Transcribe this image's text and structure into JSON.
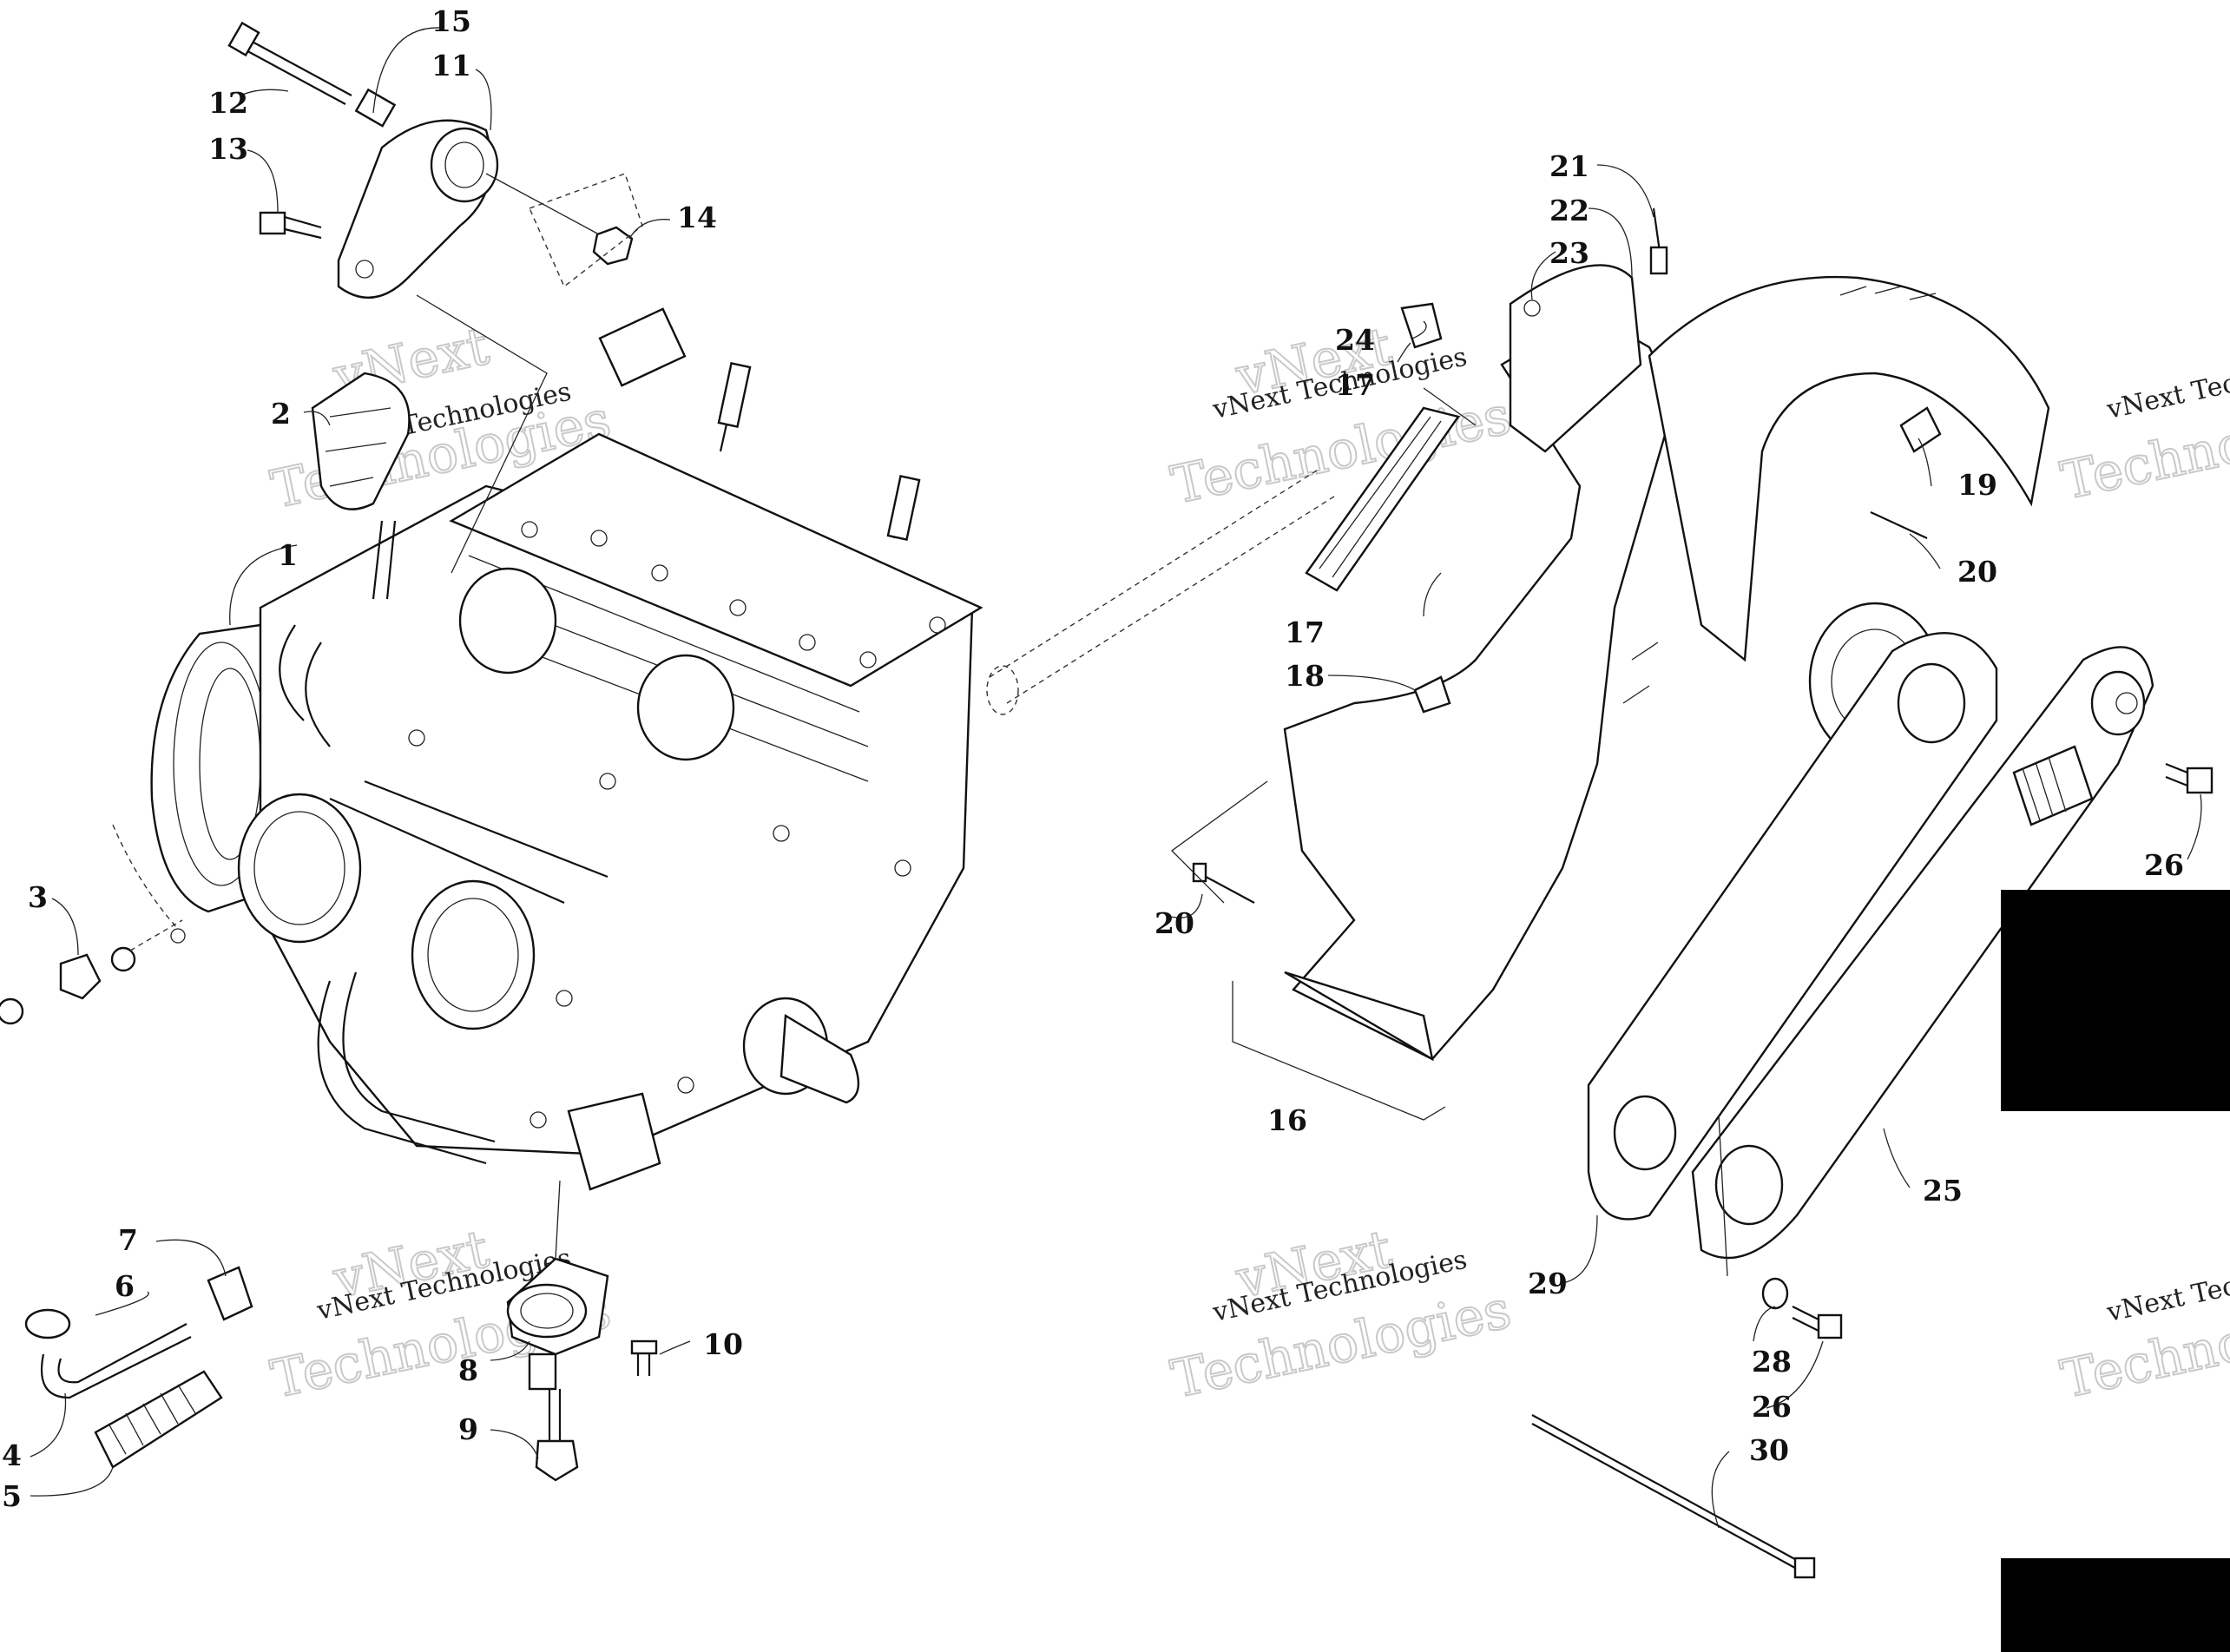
{
  "watermark": {
    "line1": "vNext",
    "line2": "vNext Technologies",
    "line3": "Technologies"
  },
  "parts": [
    {
      "id": "p1",
      "label": "1"
    },
    {
      "id": "p2",
      "label": "2"
    },
    {
      "id": "p3",
      "label": "3"
    },
    {
      "id": "p4",
      "label": "4"
    },
    {
      "id": "p5",
      "label": "5"
    },
    {
      "id": "p6",
      "label": "6"
    },
    {
      "id": "p7",
      "label": "7"
    },
    {
      "id": "p8",
      "label": "8"
    },
    {
      "id": "p9",
      "label": "9"
    },
    {
      "id": "p10",
      "label": "10"
    },
    {
      "id": "p11",
      "label": "11"
    },
    {
      "id": "p12",
      "label": "12"
    },
    {
      "id": "p13",
      "label": "13"
    },
    {
      "id": "p14",
      "label": "14"
    },
    {
      "id": "p15",
      "label": "15"
    },
    {
      "id": "p16",
      "label": "16"
    },
    {
      "id": "p17a",
      "label": "17"
    },
    {
      "id": "p17b",
      "label": "17"
    },
    {
      "id": "p18",
      "label": "18"
    },
    {
      "id": "p19",
      "label": "19"
    },
    {
      "id": "p20a",
      "label": "20"
    },
    {
      "id": "p20b",
      "label": "20"
    },
    {
      "id": "p21",
      "label": "21"
    },
    {
      "id": "p22",
      "label": "22"
    },
    {
      "id": "p23",
      "label": "23"
    },
    {
      "id": "p24",
      "label": "24"
    },
    {
      "id": "p25",
      "label": "25"
    },
    {
      "id": "p26a",
      "label": "26"
    },
    {
      "id": "p26b",
      "label": "26"
    },
    {
      "id": "p28",
      "label": "28"
    },
    {
      "id": "p29",
      "label": "29"
    },
    {
      "id": "p30",
      "label": "30"
    }
  ]
}
